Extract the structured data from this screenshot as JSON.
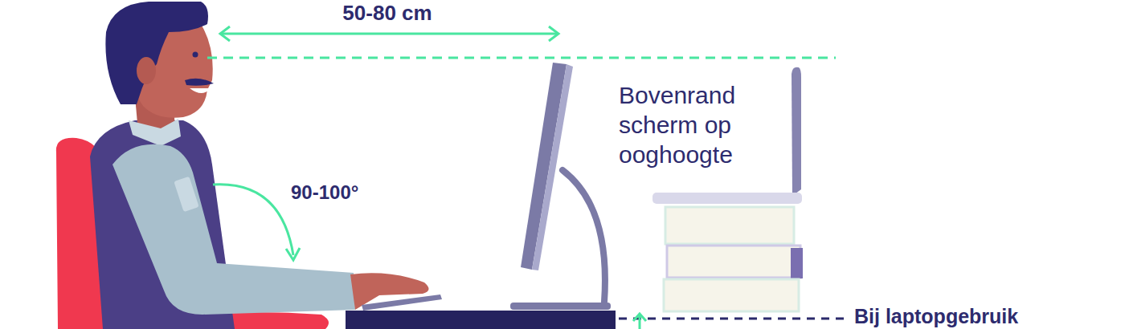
{
  "diagram": {
    "labels": [
      "50-80 cm",
      "Bovenrand scherm op ooghoogte",
      "90-100°",
      "Bij laptopgebruik"
    ]
  }
}
